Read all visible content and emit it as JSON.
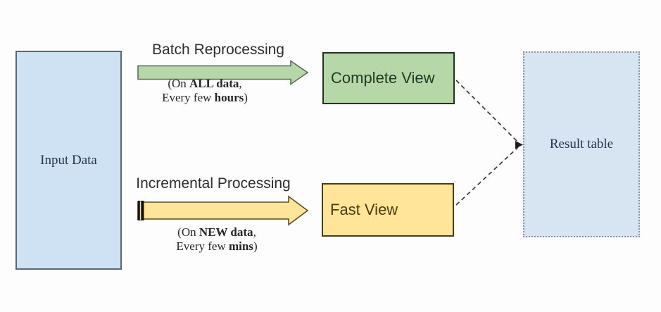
{
  "diagram": {
    "title_hint": "batch vs incremental processing flow",
    "nodes": {
      "input": {
        "label": "Input Data",
        "fill": "#cfe2f3",
        "border": "#5c6675"
      },
      "complete": {
        "label": "Complete View",
        "fill": "#b6d7a8",
        "border": "#263322"
      },
      "fast": {
        "label": "Fast View",
        "fill": "#ffe599",
        "border": "#433d1e"
      },
      "result": {
        "label": "Result table",
        "fill": "#d7e4f2",
        "border": "#8a94a4",
        "border_style": "dotted"
      }
    },
    "flows": {
      "batch": {
        "title": "Batch Reprocessing",
        "arrow_fill": "#b6d7a8",
        "arrow_border": "#5f6b57",
        "caption_line1": {
          "pre": "(On ",
          "bold": "ALL data",
          "post": ","
        },
        "caption_line2": {
          "pre": "Every few ",
          "bold": "hours",
          "post": ")"
        }
      },
      "incremental": {
        "title": "Incremental Processing",
        "arrow_fill": "#ffe599",
        "arrow_border": "#5a5026",
        "tail_bar_color": "#141414",
        "caption_line1": {
          "pre": "(On ",
          "bold": "NEW data",
          "post": ","
        },
        "caption_line2": {
          "pre": "Every few ",
          "bold": "mins",
          "post": ")"
        }
      }
    },
    "connectors": {
      "style": "dashed",
      "color": "#3a3a3a",
      "from": [
        "Complete View",
        "Fast View"
      ],
      "to": "Result table"
    }
  }
}
